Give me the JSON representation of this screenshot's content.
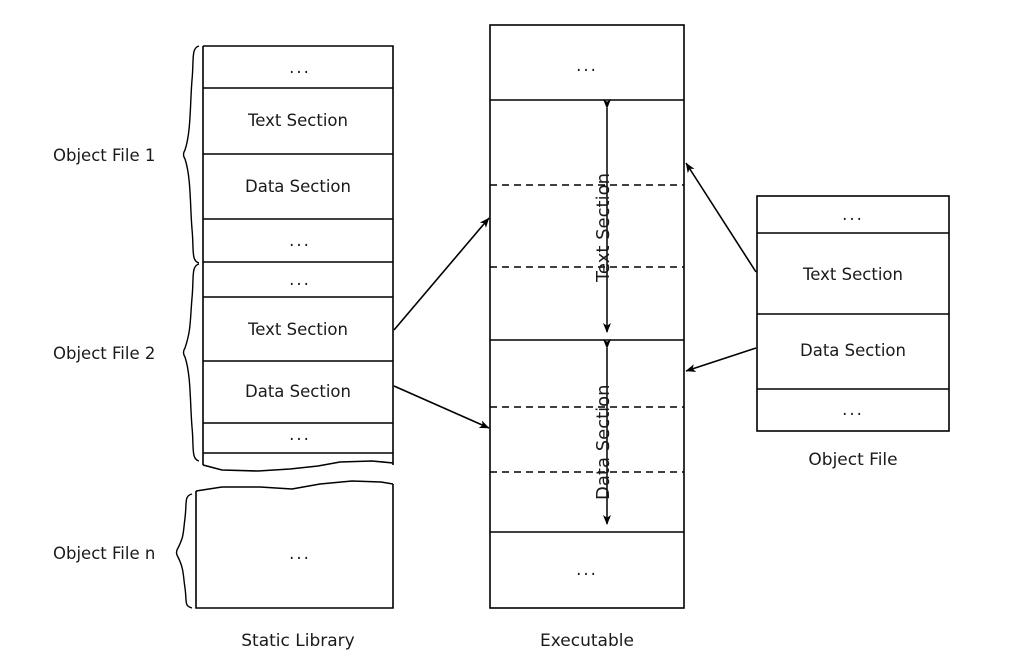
{
  "diagram": {
    "title_hidden": "Static linking: object files combined into an executable",
    "ellipsis_glyph": "...",
    "stroke_color": "#000000",
    "text_color": "#1a1a1a",
    "background_color": "#ffffff"
  },
  "static_library": {
    "caption": "Static Library",
    "braces": [
      {
        "label": "Object File 1"
      },
      {
        "label": "Object File 2"
      },
      {
        "label": "Object File n"
      }
    ],
    "object_file_1": {
      "label": "Object File 1",
      "rows": [
        {
          "text": "...",
          "kind": "ellipsis"
        },
        {
          "text": "Text Section",
          "kind": "section"
        },
        {
          "text": "Data Section",
          "kind": "section"
        },
        {
          "text": "...",
          "kind": "ellipsis"
        }
      ]
    },
    "object_file_2": {
      "label": "Object File 2",
      "rows": [
        {
          "text": "...",
          "kind": "ellipsis"
        },
        {
          "text": "Text Section",
          "kind": "section"
        },
        {
          "text": "Data Section",
          "kind": "section"
        },
        {
          "text": "...",
          "kind": "ellipsis"
        }
      ]
    },
    "object_file_n": {
      "label": "Object File n",
      "rows": [
        {
          "text": "...",
          "kind": "ellipsis"
        }
      ]
    }
  },
  "executable": {
    "caption": "Executable",
    "rows": [
      {
        "text": "...",
        "kind": "ellipsis"
      },
      {
        "text": "Text Section",
        "kind": "section-vertical"
      },
      {
        "text": "Data Section",
        "kind": "section-vertical"
      },
      {
        "text": "...",
        "kind": "ellipsis"
      }
    ],
    "text_section_label": "Text Section",
    "data_section_label": "Data Section",
    "top_ellipsis": "...",
    "bottom_ellipsis": "..."
  },
  "object_file_right": {
    "caption": "Object File",
    "rows": [
      {
        "text": "...",
        "kind": "ellipsis"
      },
      {
        "text": "Text Section",
        "kind": "section"
      },
      {
        "text": "Data Section",
        "kind": "section"
      },
      {
        "text": "...",
        "kind": "ellipsis"
      }
    ]
  },
  "arrows": [
    {
      "name": "lib-text-to-exec-text",
      "from": "Object File 2 Text Section",
      "to": "Executable Text Section"
    },
    {
      "name": "lib-data-to-exec-data",
      "from": "Object File 2 Data Section",
      "to": "Executable Data Section"
    },
    {
      "name": "obj-text-to-exec-text",
      "from": "Object File Text Section",
      "to": "Executable Text Section"
    },
    {
      "name": "obj-data-to-exec-data",
      "from": "Object File Data Section",
      "to": "Executable Data Section"
    }
  ]
}
